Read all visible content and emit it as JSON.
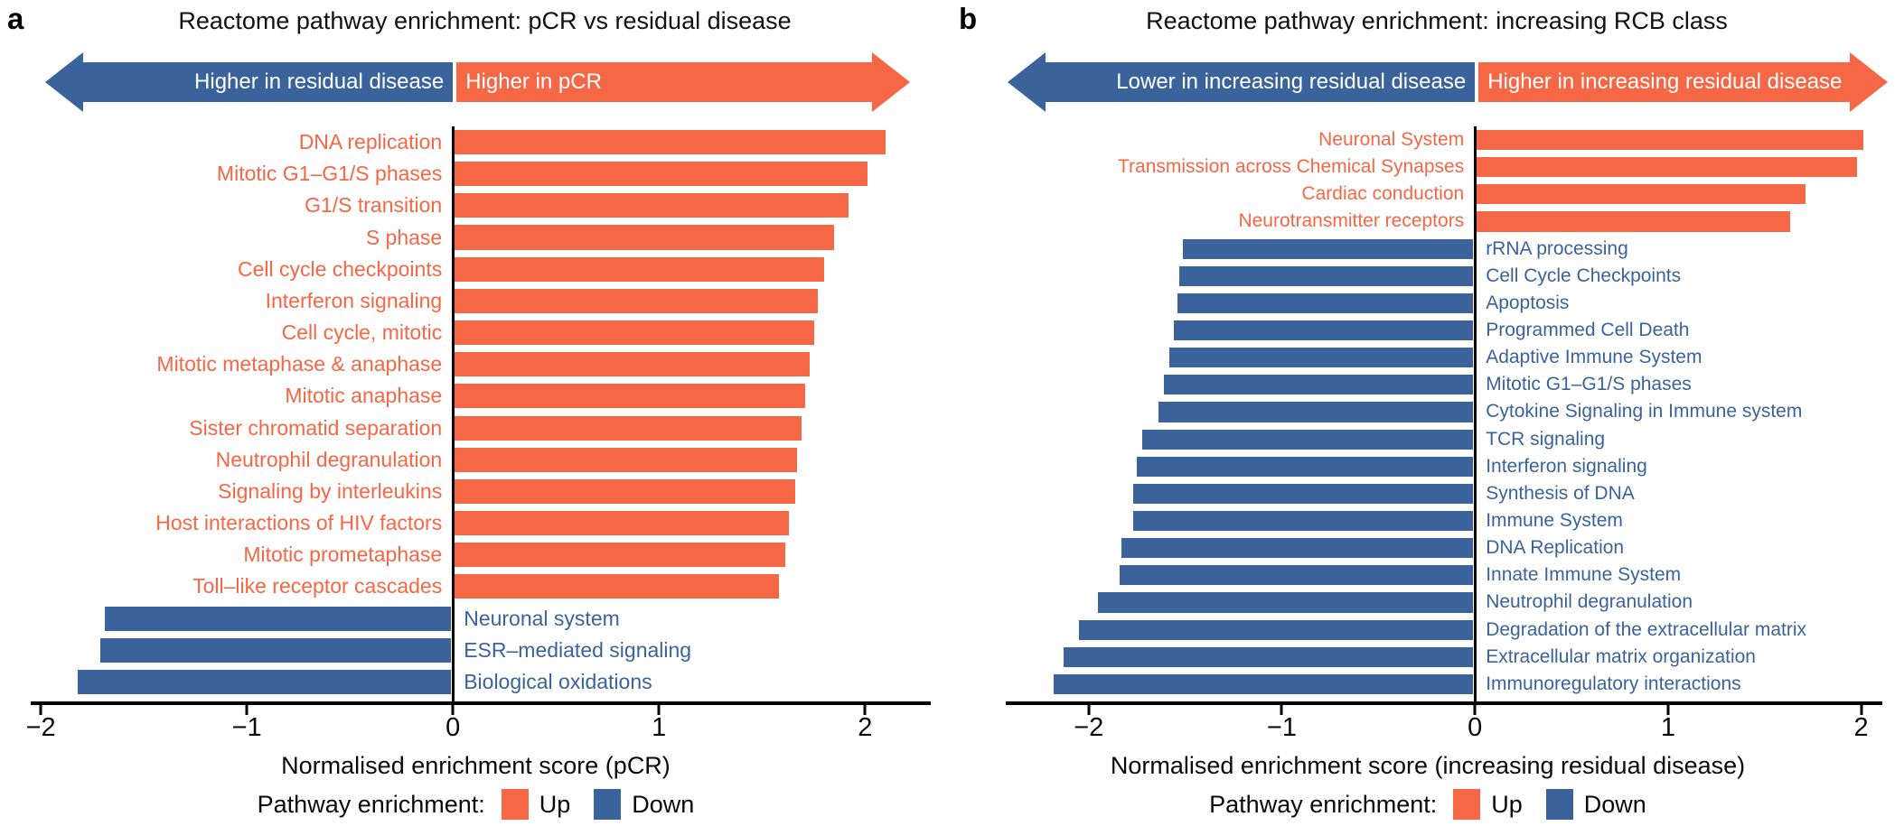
{
  "figure": {
    "description": "Two-panel horizontal bar figure of Reactome pathway enrichment",
    "panels": [
      "a",
      "b"
    ]
  },
  "chart_data": [
    {
      "type": "bar",
      "orientation": "horizontal",
      "panel_letter": "a",
      "title": "Reactome pathway enrichment: pCR vs residual disease",
      "arrow": {
        "left_label": "Higher in residual disease",
        "right_label": "Higher in pCR"
      },
      "xlabel": "Normalised enrichment score (pCR)",
      "xlim": [
        -2.04,
        2.31
      ],
      "x_ticks": [
        {
          "value": -2,
          "label": "−2"
        },
        {
          "value": -1,
          "label": "−1"
        },
        {
          "value": 0,
          "label": "0"
        },
        {
          "value": 1,
          "label": "1"
        },
        {
          "value": 2,
          "label": "2"
        }
      ],
      "grid": false,
      "legend": {
        "title": "Pathway enrichment:",
        "up_label": "Up",
        "down_label": "Down",
        "position": "bottom"
      },
      "colors": {
        "up": "#F66746",
        "down": "#3A639C"
      },
      "rows": [
        {
          "label": "DNA replication",
          "value": 2.11,
          "direction": "up"
        },
        {
          "label": "Mitotic G1–G1/S phases",
          "value": 2.02,
          "direction": "up"
        },
        {
          "label": "G1/S transition",
          "value": 1.93,
          "direction": "up"
        },
        {
          "label": "S phase",
          "value": 1.86,
          "direction": "up"
        },
        {
          "label": "Cell cycle checkpoints",
          "value": 1.81,
          "direction": "up"
        },
        {
          "label": "Interferon signaling",
          "value": 1.78,
          "direction": "up"
        },
        {
          "label": "Cell cycle, mitotic",
          "value": 1.76,
          "direction": "up"
        },
        {
          "label": "Mitotic metaphase & anaphase",
          "value": 1.74,
          "direction": "up"
        },
        {
          "label": "Mitotic anaphase",
          "value": 1.72,
          "direction": "up"
        },
        {
          "label": "Sister chromatid separation",
          "value": 1.7,
          "direction": "up"
        },
        {
          "label": "Neutrophil degranulation",
          "value": 1.68,
          "direction": "up"
        },
        {
          "label": "Signaling by interleukins",
          "value": 1.67,
          "direction": "up"
        },
        {
          "label": "Host interactions of HIV factors",
          "value": 1.64,
          "direction": "up"
        },
        {
          "label": "Mitotic prometaphase",
          "value": 1.62,
          "direction": "up"
        },
        {
          "label": "Toll–like receptor cascades",
          "value": 1.59,
          "direction": "up"
        },
        {
          "label": "Neuronal system",
          "value": -1.7,
          "direction": "down"
        },
        {
          "label": "ESR–mediated signaling",
          "value": -1.72,
          "direction": "down"
        },
        {
          "label": "Biological oxidations",
          "value": -1.83,
          "direction": "down"
        }
      ]
    },
    {
      "type": "bar",
      "orientation": "horizontal",
      "panel_letter": "b",
      "title": "Reactome pathway enrichment: increasing RCB class",
      "arrow": {
        "left_label": "Lower in increasing residual disease",
        "right_label": "Higher in increasing residual disease"
      },
      "xlabel": "Normalised enrichment score (increasing residual disease)",
      "xlim": [
        -2.42,
        2.1
      ],
      "x_ticks": [
        {
          "value": -2,
          "label": "−2"
        },
        {
          "value": -1,
          "label": "−1"
        },
        {
          "value": 0,
          "label": "0"
        },
        {
          "value": 1,
          "label": "1"
        },
        {
          "value": 2,
          "label": "2"
        }
      ],
      "grid": false,
      "legend": {
        "title": "Pathway enrichment:",
        "up_label": "Up",
        "down_label": "Down",
        "position": "bottom"
      },
      "colors": {
        "up": "#F66746",
        "down": "#3A639C"
      },
      "rows": [
        {
          "label": "Neuronal System",
          "value": 2.02,
          "direction": "up"
        },
        {
          "label": "Transmission across Chemical Synapses",
          "value": 1.99,
          "direction": "up"
        },
        {
          "label": "Cardiac conduction",
          "value": 1.72,
          "direction": "up"
        },
        {
          "label": "Neurotransmitter receptors",
          "value": 1.64,
          "direction": "up"
        },
        {
          "label": "rRNA processing",
          "value": -1.52,
          "direction": "down"
        },
        {
          "label": "Cell Cycle Checkpoints",
          "value": -1.54,
          "direction": "down"
        },
        {
          "label": "Apoptosis",
          "value": -1.55,
          "direction": "down"
        },
        {
          "label": "Programmed Cell Death",
          "value": -1.57,
          "direction": "down"
        },
        {
          "label": "Adaptive Immune System",
          "value": -1.59,
          "direction": "down"
        },
        {
          "label": "Mitotic G1–G1/S phases",
          "value": -1.62,
          "direction": "down"
        },
        {
          "label": "Cytokine Signaling in Immune system",
          "value": -1.65,
          "direction": "down"
        },
        {
          "label": "TCR signaling",
          "value": -1.73,
          "direction": "down"
        },
        {
          "label": "Interferon signaling",
          "value": -1.76,
          "direction": "down"
        },
        {
          "label": "Synthesis of DNA",
          "value": -1.78,
          "direction": "down"
        },
        {
          "label": "Immune System",
          "value": -1.78,
          "direction": "down"
        },
        {
          "label": "DNA Replication",
          "value": -1.84,
          "direction": "down"
        },
        {
          "label": "Innate Immune System",
          "value": -1.85,
          "direction": "down"
        },
        {
          "label": "Neutrophil degranulation",
          "value": -1.96,
          "direction": "down"
        },
        {
          "label": "Degradation of the extracellular matrix",
          "value": -2.06,
          "direction": "down"
        },
        {
          "label": "Extracellular matrix organization",
          "value": -2.14,
          "direction": "down"
        },
        {
          "label": "Immunoregulatory interactions",
          "value": -2.19,
          "direction": "down"
        }
      ]
    }
  ]
}
